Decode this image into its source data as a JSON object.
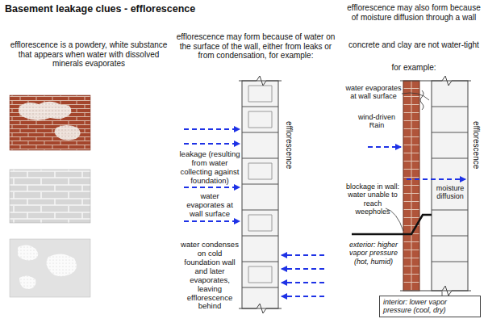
{
  "diagram": {
    "title": "Basement leakage clues - efflorescence",
    "nodes": [
      {
        "text": [
          "interior: lower vapor pressure (cool, dry)"
        ]
      }
    ],
    "labels": [
      "efflorescence is a powdery, white substance that appears when water with dissolved minerals evaporates",
      "efflorescence may form because of water on the surface of the wall, either from leaks or from condensation, for example:",
      "efflorescence",
      "leakage (resulting from water collecting against foundation)",
      "water evaporates at wall surface",
      "water condenses on cold foundation wall and later evaporates, leaving efflorescence behind",
      "efflorescence may also form because of moisture diffusion through a wall",
      "concrete and clay are not water-tight",
      "for example:",
      "water evaporates at wall surface",
      "wind-driven Rain",
      "efflorescence",
      "moisture diffusion",
      "blockage in wall: water unable to reach weepholes",
      "exterior: higher vapor pressure (hot, humid)"
    ]
  }
}
